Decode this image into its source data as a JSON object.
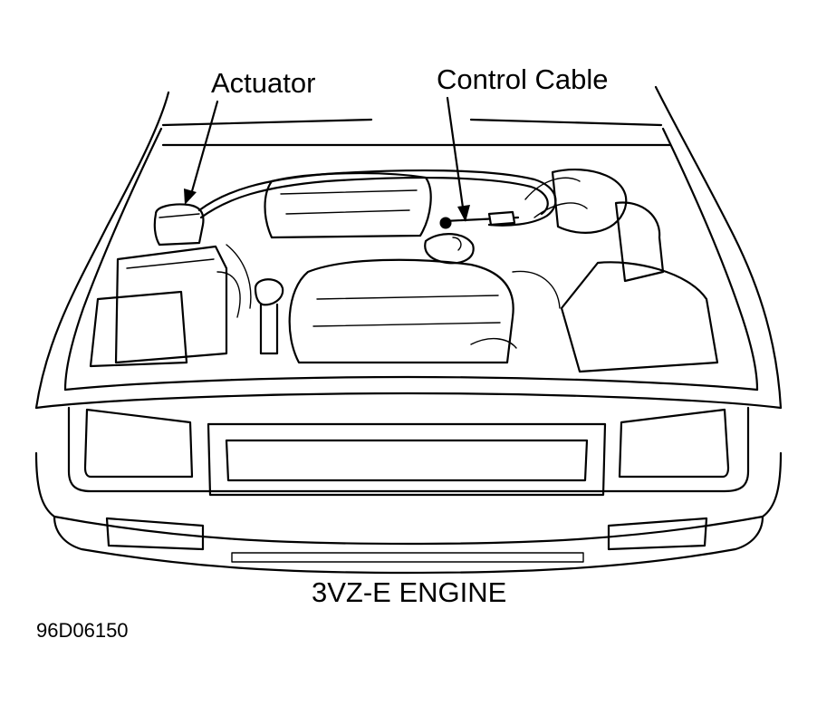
{
  "labels": {
    "actuator": "Actuator",
    "control_cable": "Control Cable",
    "engine": "3VZ-E ENGINE",
    "figure_code": "96D06150"
  },
  "colors": {
    "line": "#000000",
    "background": "#ffffff"
  }
}
